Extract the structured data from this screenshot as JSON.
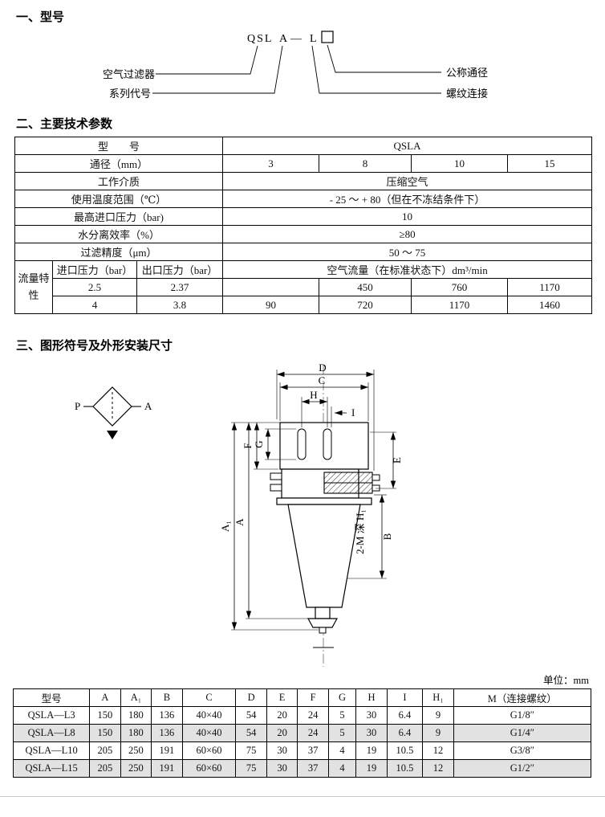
{
  "sections": {
    "s1": "一、型号",
    "s2": "二、主要技术参数",
    "s3": "三、图形符号及外形安装尺寸"
  },
  "model_diagram": {
    "code_prefix": "QSL",
    "code_series": "A",
    "code_dash": "—",
    "code_size": "L",
    "label_filter": "空气过滤器",
    "label_series": "系列代号",
    "label_bore": "公称通径",
    "label_thread": "螺纹连接"
  },
  "spec_table": {
    "model_label": "型　　号",
    "model_value": "QSLA",
    "bore_label": "通径（mm）",
    "bores": [
      "3",
      "8",
      "10",
      "15"
    ],
    "medium_label": "工作介质",
    "medium_value": "压缩空气",
    "temp_label": "使用温度范围（℃）",
    "temp_value": "- 25 ～ + 80（但在不冻结条件下）",
    "pressure_label": "最高进口压力（bar)",
    "pressure_value": "10",
    "separation_label": "水分离效率（%）",
    "separation_value": "≥80",
    "filtration_label": "过滤精度（μm）",
    "filtration_value": "50 ～ 75",
    "flow_label": "流量特性",
    "flow_inlet_header": "进口压力（bar）",
    "flow_outlet_header": "出口压力（bar）",
    "flow_value_header": "空气流量（在标准状态下）dm³/min",
    "flow_rows": [
      [
        "2.5",
        "2.37",
        "",
        "450",
        "760",
        "1170"
      ],
      [
        "4",
        "3.8",
        "90",
        "720",
        "1170",
        "1460"
      ]
    ]
  },
  "drawing": {
    "symbol_p": "P",
    "symbol_a": "A",
    "dim_d": "D",
    "dim_c": "C",
    "dim_h": "H",
    "dim_i": "I",
    "dim_g": "G",
    "dim_f": "F",
    "dim_e": "E",
    "dim_a1": "A₁",
    "dim_a": "A",
    "dim_b": "B",
    "thread_note": "2-M 深 H₁"
  },
  "unit_note": "单位：mm",
  "dim_table": {
    "headers": [
      "型号",
      "A",
      "A₁",
      "B",
      "C",
      "D",
      "E",
      "F",
      "G",
      "H",
      "I",
      "H₁",
      "M（连接螺纹）"
    ],
    "rows": [
      [
        "QSLA—L3",
        "150",
        "180",
        "136",
        "40×40",
        "54",
        "20",
        "24",
        "5",
        "30",
        "6.4",
        "9",
        "G1/8″"
      ],
      [
        "QSLA—L8",
        "150",
        "180",
        "136",
        "40×40",
        "54",
        "20",
        "24",
        "5",
        "30",
        "6.4",
        "9",
        "G1/4″"
      ],
      [
        "QSLA—L10",
        "205",
        "250",
        "191",
        "60×60",
        "75",
        "30",
        "37",
        "4",
        "19",
        "10.5",
        "12",
        "G3/8″"
      ],
      [
        "QSLA—L15",
        "205",
        "250",
        "191",
        "60×60",
        "75",
        "30",
        "37",
        "4",
        "19",
        "10.5",
        "12",
        "G1/2″"
      ]
    ]
  }
}
